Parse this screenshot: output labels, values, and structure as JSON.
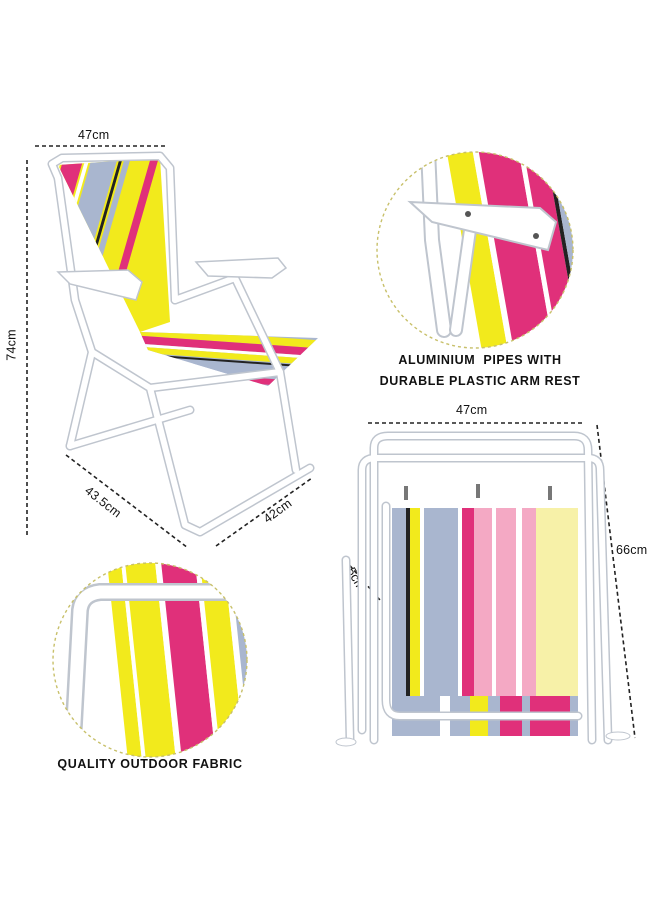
{
  "dimensions": {
    "chair_width": "47cm",
    "chair_height": "74cm",
    "chair_depth": "43.5cm",
    "seat_width": "42cm",
    "folded_width": "47cm",
    "folded_height": "66cm",
    "folded_thickness": "5cm"
  },
  "captions": {
    "armrest_line1": "ALUMINIUM  PIPES WITH",
    "armrest_line2": "DURABLE PLASTIC ARM REST",
    "fabric": "QUALITY OUTDOOR FABRIC"
  },
  "colors": {
    "pink": "#e0307a",
    "yellow": "#f2ea1c",
    "grey_blue": "#a9b6cf",
    "light_pink": "#f4a9c4",
    "frame": "#ffffff",
    "frame_shadow": "#c9ced6"
  }
}
